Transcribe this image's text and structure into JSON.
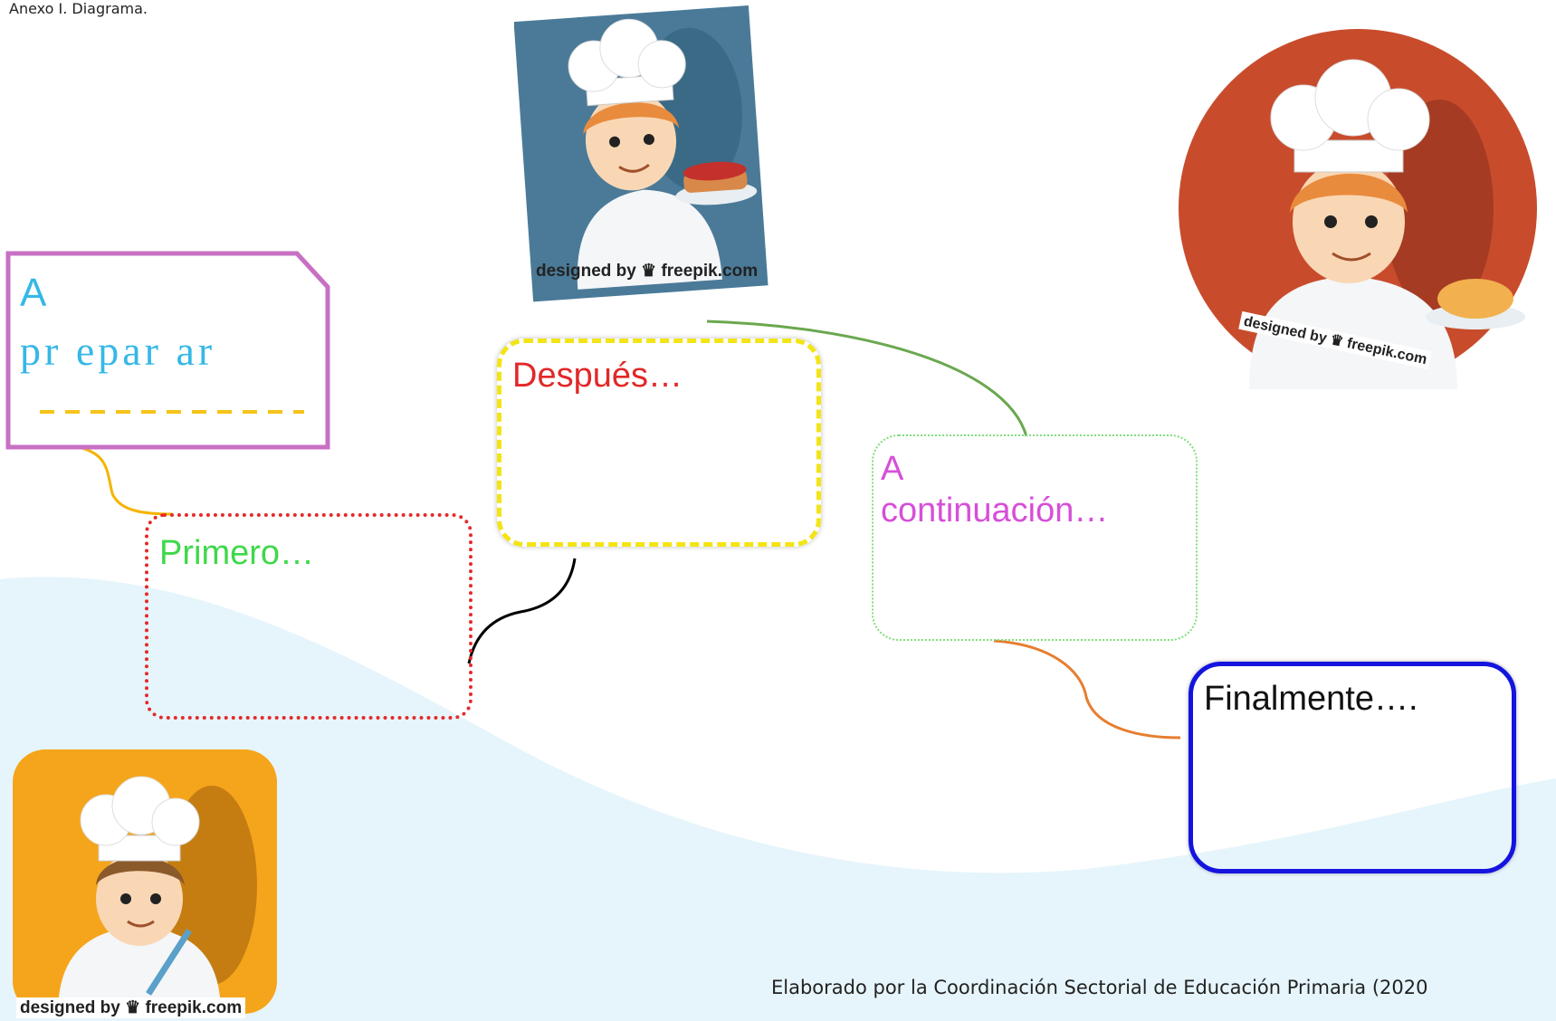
{
  "caption": "Anexo I. Diagrama.",
  "title_card": {
    "line1": "A",
    "line2": "pr epar ar"
  },
  "boxes": {
    "primero": "Primero…",
    "despues": "Después…",
    "continuacion_line1": "A",
    "continuacion_line2": "continuación…",
    "final": "Finalmente…."
  },
  "credits": {
    "top": "designed by ♛ freepik.com",
    "circle": "designed by ♛ freepik.com",
    "bottom": "designed by ♛ freepik.com"
  },
  "footer": "Elaborado por la Coordinación Sectorial de Educación Primaria (2020",
  "colors": {
    "title_border": "#c870c4",
    "title_text": "#35b8e6",
    "dash_line": "#f5c418",
    "primero_border": "#e42a2a",
    "primero_text": "#3fd84a",
    "despues_border": "#f3e415",
    "despues_text": "#e22828",
    "continuacion_border": "#7fe07a",
    "continuacion_text": "#d64fd8",
    "final_border": "#1414e0",
    "connector_yellow": "#f5b400",
    "connector_black": "#000000",
    "connector_green": "#6aa84f",
    "connector_orange": "#e67e30"
  },
  "icons": [
    "chef-with-cake-icon",
    "chef-with-pie-icon",
    "chef-with-whisk-icon"
  ]
}
